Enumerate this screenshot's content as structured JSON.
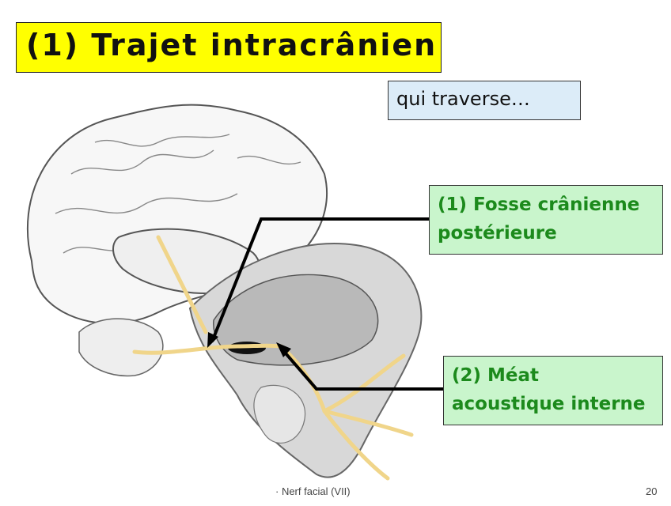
{
  "slide": {
    "title": "(1) Trajet intracrânien",
    "subtitle": "qui traverse…",
    "callouts": [
      {
        "lines": [
          "(1) Fosse crânienne",
          "postérieure"
        ]
      },
      {
        "lines": [
          "(2) Méat",
          "acoustique interne"
        ]
      }
    ],
    "footer": {
      "title": "· Nerf facial (VII)",
      "page": "20"
    }
  },
  "colors": {
    "title_bg": "#ffff00",
    "subtitle_bg": "#dcecf8",
    "callout_bg": "#c9f5cc",
    "callout_text": "#1c8a1c",
    "nerve": "#f0d58a"
  }
}
